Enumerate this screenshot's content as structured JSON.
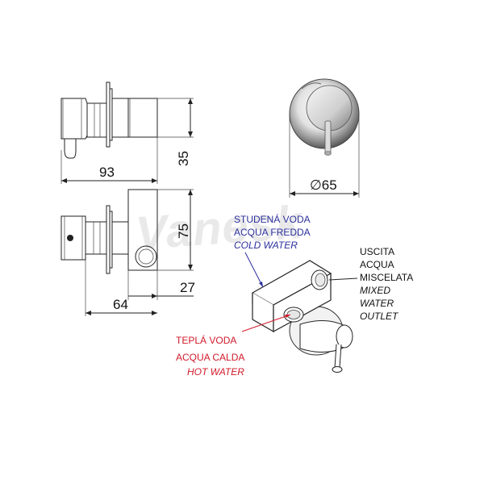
{
  "watermark": "Vanesk",
  "dimensions": {
    "top_width": "93",
    "top_height": "35",
    "front_diameter": "∅65",
    "bottom_height": "75",
    "bottom_offset": "27",
    "bottom_depth": "64"
  },
  "labels": {
    "cold": [
      "STUDENÁ VODA",
      "ACQUA FREDDA",
      "COLD WATER"
    ],
    "hot": [
      "TEPLÁ VODA",
      "ACQUA CALDA",
      "HOT WATER"
    ],
    "outlet": [
      "USCITA",
      "ACQUA",
      "MISCELATA",
      "MIXED",
      "WATER",
      "OUTLET"
    ]
  },
  "colors": {
    "cold_label": "#2b2f9c",
    "hot_label": "#d11a2a",
    "outlet_label": "#111111"
  }
}
